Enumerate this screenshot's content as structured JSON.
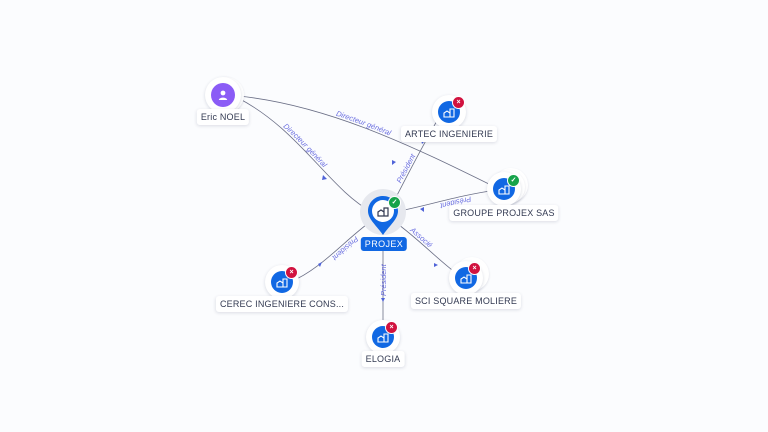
{
  "colors": {
    "company_blue": "#1168e3",
    "person_purple": "#8b5cf6",
    "badge_active": "#16a34a",
    "badge_closed": "#d1123f",
    "edge_line": "#6b6f86",
    "edge_label": "#6a6ee0",
    "background": "#fbfcfe"
  },
  "center": {
    "id": "projex",
    "label": "PROJEX",
    "icon": "building-icon",
    "status": "active"
  },
  "nodes": [
    {
      "id": "eric",
      "label": "Eric NOEL",
      "type": "person",
      "icon": "user-icon",
      "status": null
    },
    {
      "id": "artec",
      "label": "ARTEC INGENIERIE",
      "type": "company",
      "icon": "building-icon",
      "status": "closed"
    },
    {
      "id": "groupe",
      "label": "GROUPE PROJEX SAS",
      "type": "company",
      "icon": "building-icon",
      "status": "active"
    },
    {
      "id": "cerec",
      "label": "CEREC INGENIERE CONS...",
      "type": "company",
      "icon": "building-icon",
      "status": "closed"
    },
    {
      "id": "sci",
      "label": "SCI SQUARE MOLIERE",
      "type": "company",
      "icon": "building-icon",
      "status": "closed"
    },
    {
      "id": "elogia",
      "label": "ELOGIA",
      "type": "company",
      "icon": "building-icon",
      "status": "closed"
    }
  ],
  "edges": [
    {
      "from": "eric",
      "to": "projex",
      "label": "Directeur général"
    },
    {
      "from": "eric",
      "to": "groupe",
      "label": "Directeur général"
    },
    {
      "from": "projex",
      "to": "artec",
      "label": "Président"
    },
    {
      "from": "groupe",
      "to": "projex",
      "label": "Président"
    },
    {
      "from": "projex",
      "to": "cerec",
      "label": "Président"
    },
    {
      "from": "projex",
      "to": "sci",
      "label": "Associé"
    },
    {
      "from": "projex",
      "to": "elogia",
      "label": "Président"
    }
  ]
}
